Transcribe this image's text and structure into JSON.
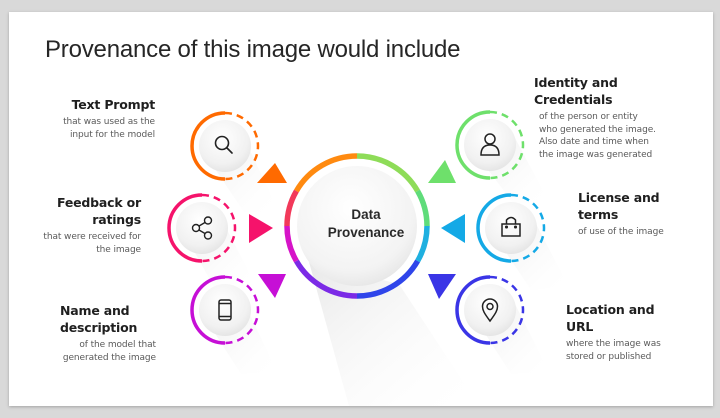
{
  "title": "Provenance of this image would include",
  "center": {
    "line1": "Data",
    "line2": "Provenance"
  },
  "items": [
    {
      "id": "text-prompt",
      "heading": "Text Prompt",
      "subtext": "that was used as the input for the model",
      "icon": "search-icon",
      "color": "#ff6a00",
      "side": "left"
    },
    {
      "id": "feedback",
      "heading_line1": "Feedback or",
      "heading_line2": "ratings",
      "subtext": "that were received for the image",
      "icon": "share-icon",
      "color": "#f5136b",
      "side": "left"
    },
    {
      "id": "name-description",
      "heading_line1": "Name and",
      "heading_line2": "description",
      "subtext": "of the model that generated the image",
      "icon": "smartphone-icon",
      "color": "#c60fd6",
      "side": "left"
    },
    {
      "id": "identity",
      "heading_line1": "Identity and",
      "heading_line2": "Credentials",
      "subtext": "of the person or entity who generated the image. Also date and time when the image was generated",
      "icon": "user-icon",
      "color": "#6ee06b",
      "side": "right"
    },
    {
      "id": "license",
      "heading_line1": "License and",
      "heading_line2": "terms",
      "subtext": "of use of the image",
      "icon": "shopping-bag-icon",
      "color": "#14a9e6",
      "side": "right"
    },
    {
      "id": "location",
      "heading_line1": "Location and",
      "heading_line2": "URL",
      "subtext": "where the image was stored or published",
      "icon": "location-pin-icon",
      "color": "#3a35e6",
      "side": "right"
    }
  ],
  "colors": {
    "background": "#d9d9d9",
    "slide": "#ffffff",
    "title_text": "#262626",
    "ring_gradient": [
      "#ff6a00",
      "#b8d93a",
      "#6ee06b",
      "#14a9e6",
      "#3a35e6",
      "#c60fd6",
      "#f5136b"
    ]
  }
}
